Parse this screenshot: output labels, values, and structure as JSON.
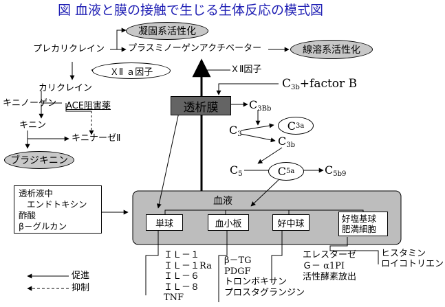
{
  "title": "図 血液と膜の接触で生じる生体反応の模式図",
  "nodes": {
    "coagulation": "凝固系活性化",
    "prekallikrein": "プレカリクレイン",
    "plasminogen_activator": "プラスミノーゲンアクチベーター",
    "fibrinolysis": "線溶系活性化",
    "factor_12a": "ＸⅡ ａ因子",
    "factor_12": "ＸⅡ因子",
    "kallikrein": "カリクレイン",
    "kininogen": "キニノーゲン",
    "ace_inhibitor": "ACE阻害薬",
    "kinin": "キニン",
    "kininase": "キニナーゼⅡ",
    "bradykinin": "ブラジキニン",
    "membrane": "透析膜",
    "factor_b": "+factor B",
    "blood": "血液",
    "dialysate_box": [
      "透析液中",
      "エンドトキシン",
      "酢酸",
      "β－グルカン"
    ]
  },
  "complement": {
    "c3b_base": "C",
    "c3b_sub": "3b",
    "c3bb_base": "C",
    "c3bb_sub": "3Bb",
    "c3_base": "C",
    "c3_sub": "3",
    "c3a_base": "C",
    "c3a_sub": "3a",
    "c3b2_base": "C",
    "c3b2_sub": "3b",
    "c5_base": "C",
    "c5_sub": "5",
    "c5a_base": "C",
    "c5a_sub": "5a",
    "c5b9_base": "C",
    "c5b9_sub": "5b9"
  },
  "cells": {
    "monocyte": "単球",
    "platelet": "血小板",
    "neutrophil": "好中球",
    "basophil": [
      "好塩基球",
      "肥満細胞"
    ]
  },
  "products": {
    "monocyte": [
      "ＩＬ－１",
      "ＩＬ－１Ra",
      "ＩＬ－６",
      "ＩＬ－８",
      "TNF"
    ],
    "platelet": [
      "β－TG",
      "PDGF",
      "トロンボキサン",
      "プロスタグランジン"
    ],
    "neutrophil": [
      "エレスターゼ",
      "Ｇ－ α1PI",
      "活性酵素放出"
    ],
    "basophil": [
      "ヒスタミン",
      "ロイコトリエン"
    ]
  },
  "legend": {
    "promote": "促進",
    "inhibit": "抑制"
  },
  "colors": {
    "title": "#1f1fb4",
    "oval_fill": "#c8c8c8",
    "membrane_fill": "#646464",
    "blood_fill": "#bdbdbd",
    "line": "#000000"
  }
}
